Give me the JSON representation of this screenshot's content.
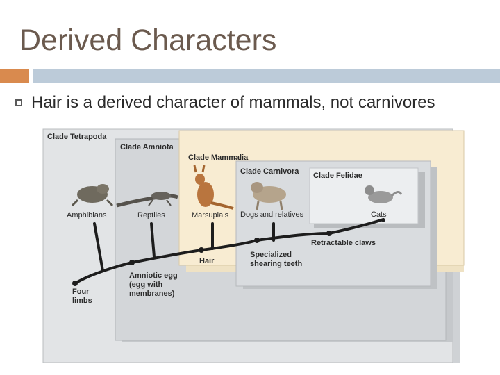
{
  "slide": {
    "title": "Derived Characters",
    "bullet_text": "Hair is a derived character of mammals, not carnivores"
  },
  "diagram": {
    "clades": [
      "Clade Tetrapoda",
      "Clade Amniota",
      "Clade Mammalia",
      "Clade Carnivora",
      "Clade Felidae"
    ],
    "taxa": [
      "Amphibians",
      "Reptiles",
      "Marsupials",
      "Dogs and relatives",
      "Cats"
    ],
    "characters": {
      "four_limbs": [
        "Four",
        "limbs"
      ],
      "amniotic_egg": [
        "Amniotic egg",
        "(egg with",
        "membranes)"
      ],
      "hair": "Hair",
      "teeth": [
        "Specialized",
        "shearing teeth"
      ],
      "claws": "Retractable claws"
    },
    "colors": {
      "panel_grey": "#d6d9dc",
      "panel_grey_dark": "#c5c8cb",
      "panel_cream": "#f8ecd2",
      "panel_white": "#ffffff",
      "text_dark": "#2b2b2b",
      "line": "#1d1d1d"
    }
  }
}
